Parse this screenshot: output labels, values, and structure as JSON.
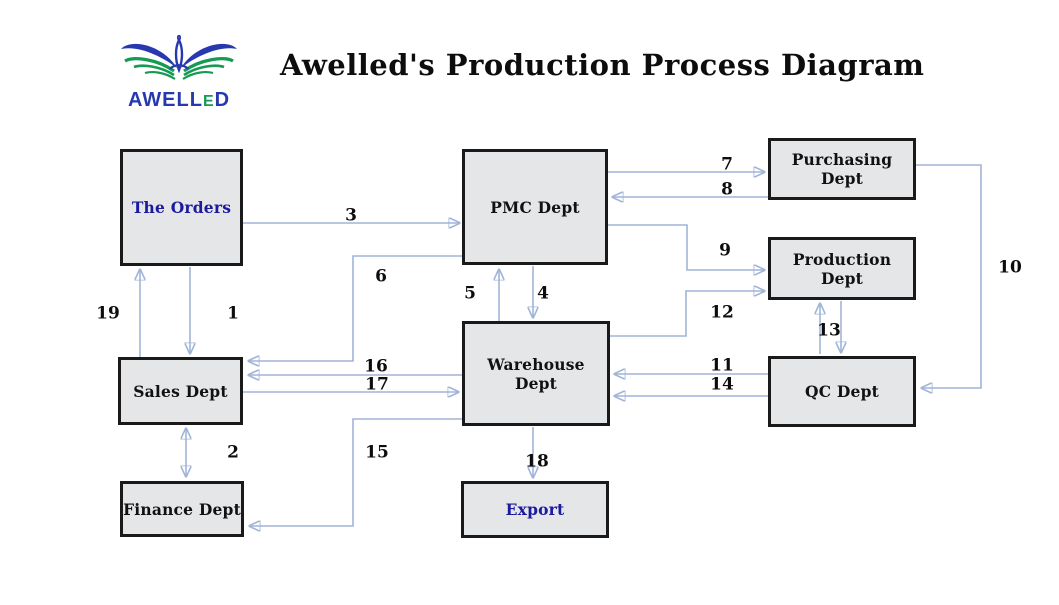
{
  "header": {
    "title": "Awelled's Production Process Diagram"
  },
  "logo": {
    "text_main": "AWELL",
    "text_e": "E",
    "text_d": "D"
  },
  "boxes": [
    {
      "id": "orders",
      "label": "The Orders",
      "text_color": "navy"
    },
    {
      "id": "pmc",
      "label": "PMC Dept",
      "text_color": "black"
    },
    {
      "id": "purchasing",
      "label": "Purchasing Dept",
      "text_color": "black"
    },
    {
      "id": "production",
      "label": "Production Dept",
      "text_color": "black"
    },
    {
      "id": "sales",
      "label": "Sales Dept",
      "text_color": "black"
    },
    {
      "id": "warehouse",
      "label": "Warehouse Dept",
      "text_color": "black"
    },
    {
      "id": "qc",
      "label": "QC Dept",
      "text_color": "black"
    },
    {
      "id": "finance",
      "label": "Finance Dept",
      "text_color": "black"
    },
    {
      "id": "export",
      "label": "Export",
      "text_color": "navy"
    }
  ],
  "flows": [
    {
      "num": "1",
      "from": "The Orders",
      "to": "Sales Dept"
    },
    {
      "num": "2",
      "from": "Sales Dept",
      "to": "Finance Dept",
      "bidirectional": true
    },
    {
      "num": "3",
      "from": "The Orders",
      "to": "PMC Dept"
    },
    {
      "num": "4",
      "from": "PMC Dept",
      "to": "Warehouse Dept"
    },
    {
      "num": "5",
      "from": "Warehouse Dept",
      "to": "PMC Dept"
    },
    {
      "num": "6",
      "from": "PMC Dept",
      "to": "Sales Dept"
    },
    {
      "num": "7",
      "from": "PMC Dept",
      "to": "Purchasing Dept"
    },
    {
      "num": "8",
      "from": "Purchasing Dept",
      "to": "PMC Dept"
    },
    {
      "num": "9",
      "from": "PMC Dept",
      "to": "Production Dept"
    },
    {
      "num": "10",
      "from": "Purchasing Dept",
      "to": "QC Dept"
    },
    {
      "num": "11",
      "from": "QC Dept",
      "to": "Warehouse Dept"
    },
    {
      "num": "12",
      "from": "Warehouse Dept",
      "to": "Production Dept"
    },
    {
      "num": "13",
      "from": "Production Dept",
      "to": "QC Dept",
      "bidirectional": true
    },
    {
      "num": "14",
      "from": "QC Dept",
      "to": "Warehouse Dept"
    },
    {
      "num": "15",
      "from": "Warehouse Dept",
      "to": "Finance Dept"
    },
    {
      "num": "16",
      "from": "Warehouse Dept",
      "to": "Sales Dept"
    },
    {
      "num": "17",
      "from": "Sales Dept",
      "to": "Warehouse Dept"
    },
    {
      "num": "18",
      "from": "Warehouse Dept",
      "to": "Export"
    },
    {
      "num": "19",
      "from": "Sales Dept",
      "to": "The Orders"
    }
  ],
  "colors": {
    "box_fill": "#e5e6e8",
    "box_border": "#1a1a1a",
    "connector_line": "#a0b4d8",
    "arrowhead": "#4673c8",
    "navy_text": "#1b1b9b",
    "logo_blue": "#2839b0",
    "logo_green": "#159a52",
    "title_text": "#0d0d0d"
  }
}
